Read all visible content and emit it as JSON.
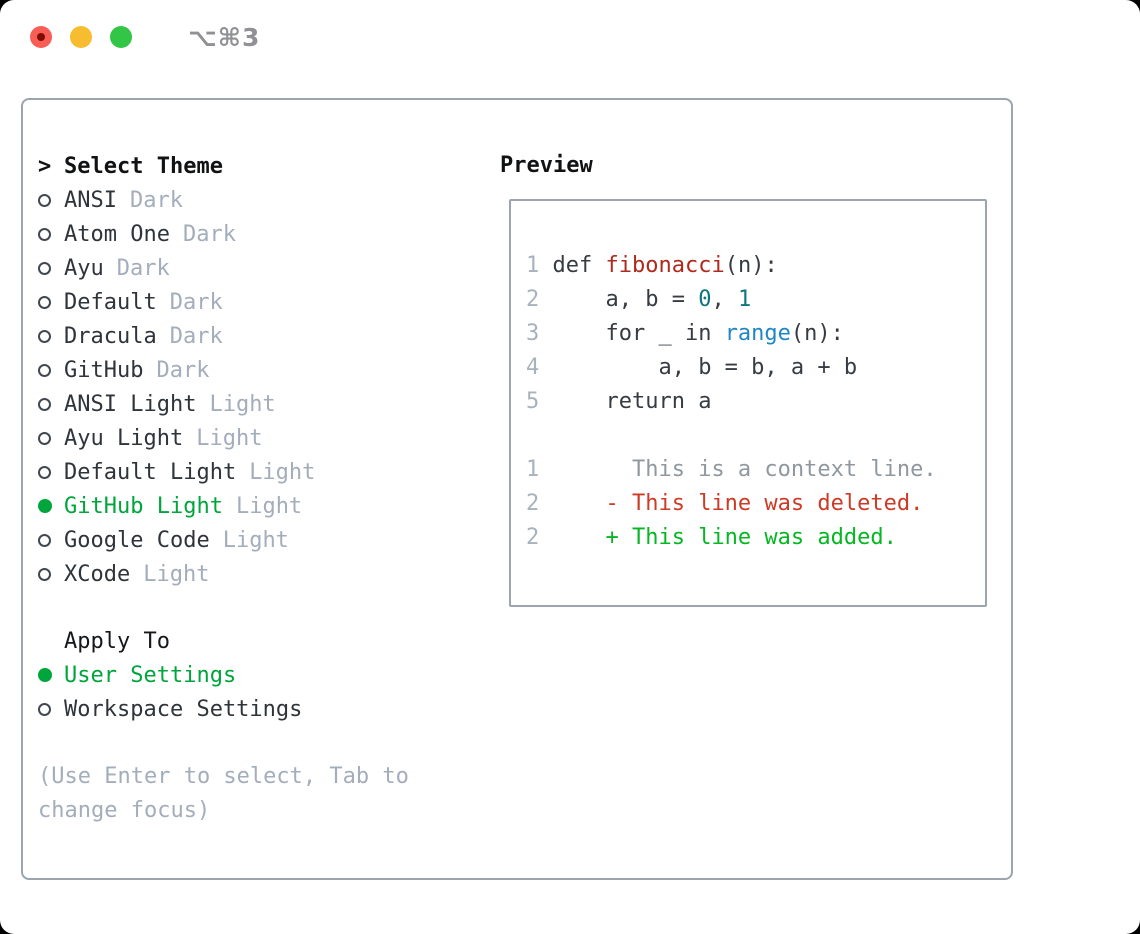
{
  "window": {
    "title": "⌥⌘3"
  },
  "palette": {
    "selected_green": "#00a53c",
    "added_green": "#05b722",
    "deleted_red": "#cd3a25",
    "function_red": "#ad2a1c",
    "number_teal": "#0c7580",
    "builtin_blue": "#1f87c5",
    "plain_dark": "#363c42",
    "line_number_gray": "#a8b2bc",
    "context_gray": "#8f979f",
    "muted_gray": "#a3adbb",
    "radio_dark": "#42484f"
  },
  "left": {
    "cursor": ">",
    "title": "Select Theme",
    "themes": [
      {
        "name": "ANSI",
        "tag": "Dark",
        "selected": false
      },
      {
        "name": "Atom One",
        "tag": "Dark",
        "selected": false
      },
      {
        "name": "Ayu",
        "tag": "Dark",
        "selected": false
      },
      {
        "name": "Default",
        "tag": "Dark",
        "selected": false
      },
      {
        "name": "Dracula",
        "tag": "Dark",
        "selected": false
      },
      {
        "name": "GitHub",
        "tag": "Dark",
        "selected": false
      },
      {
        "name": "ANSI Light",
        "tag": "Light",
        "selected": false
      },
      {
        "name": "Ayu Light",
        "tag": "Light",
        "selected": false
      },
      {
        "name": "Default Light",
        "tag": "Light",
        "selected": false
      },
      {
        "name": "GitHub Light",
        "tag": "Light",
        "selected": true
      },
      {
        "name": "Google Code",
        "tag": "Light",
        "selected": false
      },
      {
        "name": "XCode",
        "tag": "Light",
        "selected": false
      }
    ],
    "apply_title": "Apply To",
    "apply_options": [
      {
        "name": "User Settings",
        "selected": true
      },
      {
        "name": "Workspace Settings",
        "selected": false
      }
    ],
    "hint": "(Use Enter to select, Tab to change focus)"
  },
  "preview": {
    "title": "Preview",
    "lines": [
      [
        {
          "t": "1 ",
          "c": "line_number_gray"
        },
        {
          "t": "def ",
          "c": "plain_dark"
        },
        {
          "t": "fibonacci",
          "c": "function_red"
        },
        {
          "t": "(n):",
          "c": "plain_dark"
        }
      ],
      [
        {
          "t": "2 ",
          "c": "line_number_gray"
        },
        {
          "t": "    a, b = ",
          "c": "plain_dark"
        },
        {
          "t": "0",
          "c": "number_teal"
        },
        {
          "t": ", ",
          "c": "plain_dark"
        },
        {
          "t": "1",
          "c": "number_teal"
        }
      ],
      [
        {
          "t": "3 ",
          "c": "line_number_gray"
        },
        {
          "t": "    for _ in ",
          "c": "plain_dark"
        },
        {
          "t": "range",
          "c": "builtin_blue"
        },
        {
          "t": "(n):",
          "c": "plain_dark"
        }
      ],
      [
        {
          "t": "4 ",
          "c": "line_number_gray"
        },
        {
          "t": "        a, b = b, a + b",
          "c": "plain_dark"
        }
      ],
      [
        {
          "t": "5 ",
          "c": "line_number_gray"
        },
        {
          "t": "    return a",
          "c": "plain_dark"
        }
      ],
      [],
      [
        {
          "t": "1 ",
          "c": "line_number_gray"
        },
        {
          "t": "      This is a context line.",
          "c": "context_gray"
        }
      ],
      [
        {
          "t": "2 ",
          "c": "line_number_gray"
        },
        {
          "t": "    - This line was deleted.",
          "c": "deleted_red"
        }
      ],
      [
        {
          "t": "2 ",
          "c": "line_number_gray"
        },
        {
          "t": "    + This line was added.",
          "c": "added_green"
        }
      ]
    ]
  }
}
